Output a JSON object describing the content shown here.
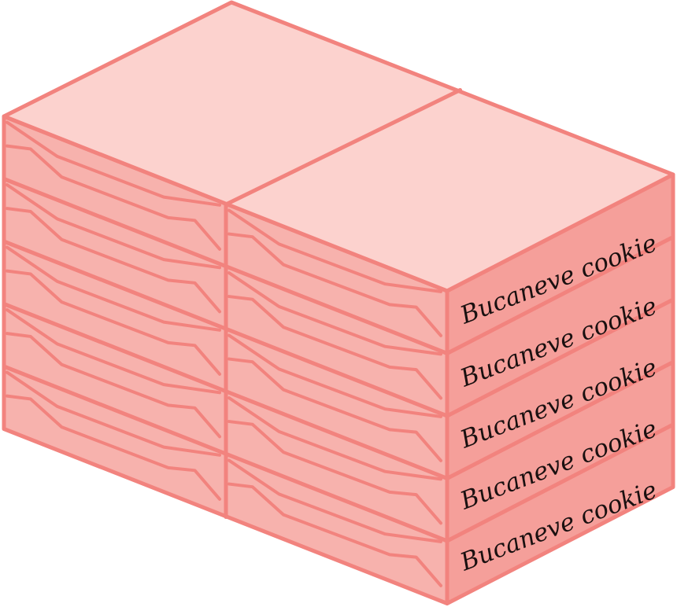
{
  "colors": {
    "stroke": "#f2837e",
    "top_face": "#fcd2ce",
    "front_face": "#f7b2ad",
    "side_face": "#f59f9a",
    "label_text": "#1a1010"
  },
  "stack": {
    "layers": 5,
    "columns": 2,
    "label_text": "Bucaneve cookie"
  },
  "labels": [
    "Bucaneve cookie",
    "Bucaneve cookie",
    "Bucaneve cookie",
    "Bucaneve cookie",
    "Bucaneve cookie"
  ]
}
